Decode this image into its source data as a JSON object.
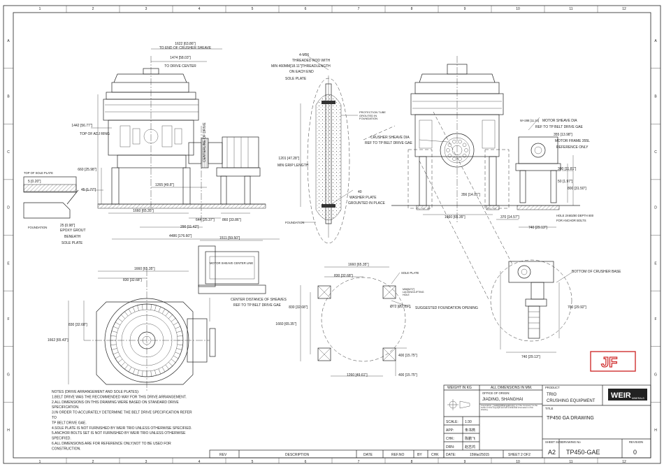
{
  "grid": {
    "cols": [
      "1",
      "2",
      "3",
      "4",
      "5",
      "6",
      "7",
      "8",
      "9",
      "10",
      "11",
      "12"
    ],
    "rows": [
      "A",
      "B",
      "C",
      "D",
      "E",
      "F",
      "G",
      "H"
    ]
  },
  "dims_front": {
    "d1622": "1622 [63.86\"]",
    "to_end_sheave": "TO END OF CRUSHER SHEAVE",
    "d1474": "1474 [58.03\"]",
    "to_drive_center": "TO DRIVE CENTER",
    "d1442": "1442 [56.77\"]",
    "top_adj_ring": "TOP OF ADJ RING",
    "d660": "660 [25.98\"]",
    "top_sole_plate": "TOP OF SOLE PLATE",
    "d5": "5 [0.20\"]",
    "d45": "45 [1.77\"]",
    "d1265": "1265 [49.8\"]",
    "centerline_drive": "CENTERLINE OF DRIVE",
    "d1660": "1660 [65.35\"]",
    "d644": "644 [25.37\"]",
    "d860": "860 [33.86\"]",
    "foundation": "FOUNDATION",
    "d25": "25 [0.98\"]",
    "epoxy": "EPOXY GROUT",
    "beneath": "BENEATH",
    "sole_plate": "SOLE PLATE",
    "d290": "290 [11.42\"]"
  },
  "dims_rod": {
    "m56": "4-M56",
    "threaded": "THREADED ROD WITH",
    "min_len": "MIN 460MM[18.11\"]THREADLENGTH",
    "each_end": "ON EACH END",
    "sole_plate": "SOLE PLATE",
    "protection": "PROTECTION TUBE GROUTED IN FOUNDATION",
    "d1201": "1201 [47.28\"]",
    "grip": "MIN GRIP LENGTH",
    "n40": "40",
    "washer": "WASHER PLATE",
    "grounted": "GROUNTED IN PLACE",
    "foundation": "FOUNDATION"
  },
  "dims_side": {
    "sheave_dia": "CRUSHER SHEAVE DIA",
    "ref_tp": "REF TO TP BELT DRIVE GAE",
    "dim_ref": "W+288 [11.34]",
    "motor_sheave": "MOTOR SHEAVE DIA",
    "ref_tp2": "REF TO TP BELT DRIVE GAE",
    "d355": "355 [13.98\"]",
    "motor_frame": "MOTOR FRAME 355L",
    "ref_only": "REFERENCE ONLY",
    "d300": "300 [11.81\"]",
    "d50": "50 [1.97\"]",
    "d800": "800 [31.50\"]",
    "d356": "356 [14.01\"]",
    "d1660": "1660 [65.35\"]",
    "d370": "370 [14.57\"]",
    "d740": "740 [29.13\"]",
    "hole": "HOLE 2X60Z80 DEPTH 800",
    "anchor": "FOR ANCHOR BOLTS"
  },
  "dims_plan": {
    "d4486": "4486 [176.60\"]",
    "d1511": "1511 [59.50\"]",
    "motor_center": "MOTOR SHEAVE CENTER LINE",
    "d1660": "1660 [65.35\"]",
    "d830": "830 [32.68\"]",
    "center_dist": "CENTER DISTANCE OF SHEAVES",
    "ref_tp": "REF TO TP BELT DRIVE GAE",
    "d830v": "830 [32.68\"]",
    "d1662": "1662 [65.43\"]"
  },
  "dims_found": {
    "d1660": "1660 [65.35\"]",
    "d830": "830 [32.68\"]",
    "sole_plate": "SOLE PLATE",
    "mm": "M56[M72\"] LACKING/LIFTING HOLE",
    "d72": "Ø72 [Ø2.83\"]",
    "d830v": "830 [32.68\"]",
    "d1660v": "1660 [65.35\"]",
    "suggested": "SUGGESTED FOUNDATION OPENING",
    "d400a": "400 [15.75\"]",
    "d1260": "1260 [49.61\"]",
    "d400b": "400 [15.75\"]"
  },
  "dims_detail": {
    "bottom": "BOTTOM OF CRUSHER BASE",
    "d760": "760 [29.92\"]",
    "d740": "740 [29.13\"]"
  },
  "notes": [
    "NOTES (DRIVE ARRANGEMENT AND SOLE PLATES):",
    "1.BELT DRIVE WAS THE RECOMMENDED WAY FOR THIS DRIVE ARRANGEMENT.",
    "2.ALL DIMENSIONS ON THIS DRAWING WERE BASED ON STANDARD DRIVE",
    "SPECIFICATION.",
    "3.IN ORDER TO ACCURATELY DETERMINE THE BELT DRIVE SPECIFICATION REFER",
    "TO",
    "   TP BELT DRIVE GAE.",
    "4.SOLE PLATE IS NOT FURNISHED BY WEIR TRIO UNLESS OTHERWISE SPECIFIED.",
    "5.ANCHOR BOLTS SET IS NOT FURNISHED BY WEIR TRIO UNLESS OTHERWISE",
    "SPECIFIED.",
    "6.ALL DIMENSIONS ARE FOR REFERENCE ONLY,NOT TO BE USED FOR",
    "CONSTRUCTION."
  ],
  "stamp": "JF",
  "title_block": {
    "weight_label": "WEIGHT IN KG",
    "all_dims": "ALL DIMENSIONS IN MM.",
    "product_label": "PRODUCT",
    "product1": "TRIO",
    "product2": "CRUSHING EQUIPMENT",
    "office_label": "OFFICE OF ORIGIN:",
    "office": "JIADING, SHANGHAI",
    "copyright": "Copyright(c) 上海特里欧粉碎设备有限公司 (\"the Company\") is the holder of this copyright and all confidential information in this drawing.",
    "title_label": "TITLE",
    "title": "TP450 GA DRAWING",
    "scale_label": "SCALE:",
    "scale": "1:30",
    "app_label": "APP:",
    "app": "朱书燕",
    "chk_label": "CHK:",
    "chk": "陈鹏飞",
    "drn_label": "DRN:",
    "drn": "赵志鸿",
    "date_label": "DATE:",
    "date": "15Mar25015",
    "sheet": "SHEET 2 OF2",
    "sheet_size_label": "SHEET SIZE",
    "sheet_size": "A2",
    "drawing_no_label": "DRAWING No",
    "drawing_no": "TP450-GAE",
    "revision_label": "REVISION",
    "revision": "0",
    "logo": "WEIR",
    "logo_sub": "MINERALS"
  },
  "rev_table": {
    "rev": "REV",
    "description": "DESCRIPTION",
    "date": "DATE",
    "ref_no": "REF.NO",
    "by": "BY",
    "chk": "CHK"
  }
}
